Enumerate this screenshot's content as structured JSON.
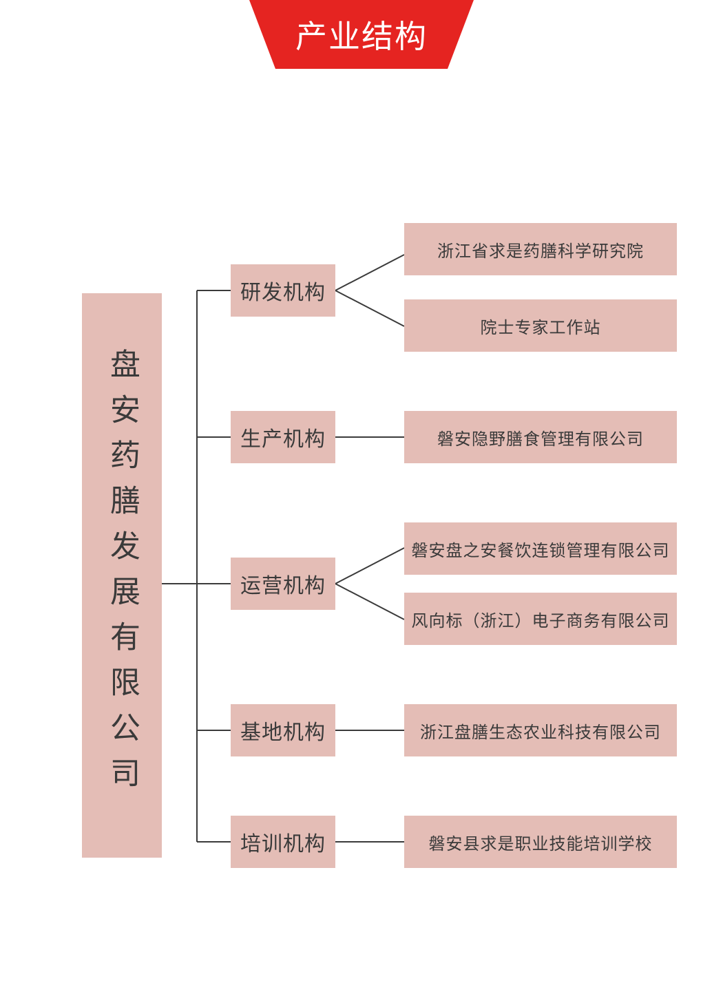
{
  "header": {
    "title": "产业结构",
    "color": "#e52421"
  },
  "root": {
    "label": "盘安药膳发展有限公司"
  },
  "categories": [
    {
      "label": "研发机构",
      "children": [
        "浙江省求是药膳科学研究院",
        "院士专家工作站"
      ]
    },
    {
      "label": "生产机构",
      "children": [
        "磐安隐野膳食管理有限公司"
      ]
    },
    {
      "label": "运营机构",
      "children": [
        "磐安盘之安餐饮连锁管理有限公司",
        "风向标（浙江）电子商务有限公司"
      ]
    },
    {
      "label": "基地机构",
      "children": [
        "浙江盘膳生态农业科技有限公司"
      ]
    },
    {
      "label": "培训机构",
      "children": [
        "磐安县求是职业技能培训学校"
      ]
    }
  ],
  "colors": {
    "box_fill": "#e4bdb6",
    "line": "#3a3a3a",
    "text": "#3a3a3a"
  }
}
